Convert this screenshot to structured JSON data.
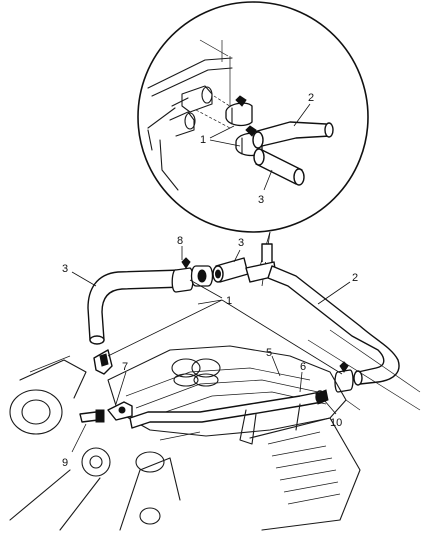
{
  "callouts": [
    "1",
    "2",
    "3",
    "5",
    "6",
    "7",
    "8",
    "9",
    "10"
  ]
}
